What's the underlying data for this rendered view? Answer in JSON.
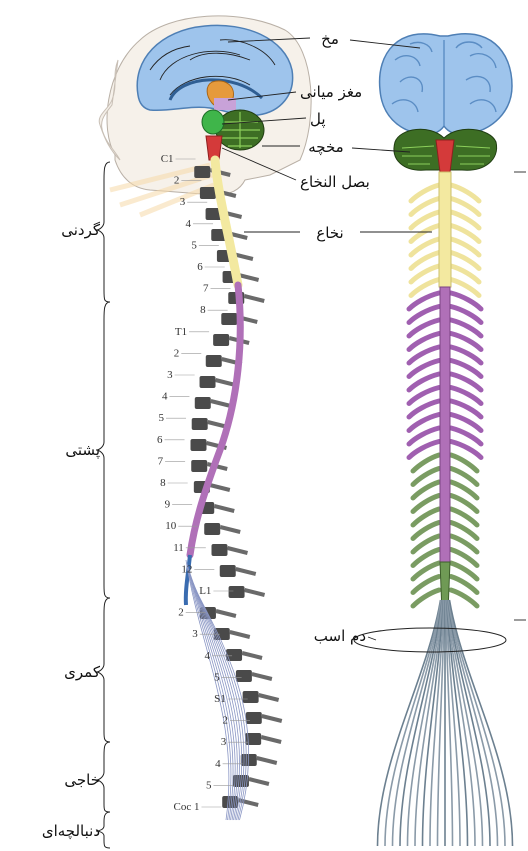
{
  "labels": {
    "brain": "مخ",
    "midbrain": "مغز میانی",
    "pons": "پل",
    "cerebellum": "مخچه",
    "medulla": "بصل النخاع",
    "spinal_cord": "نخاع",
    "cauda_equina": "دم اسب"
  },
  "regions": {
    "cervical": "گردنی",
    "thoracic": "پشتی",
    "lumbar": "کمری",
    "sacral": "خاجی",
    "coccygeal": "دنبالچه‌ای"
  },
  "vertebra_labels": [
    "C1",
    "2",
    "3",
    "4",
    "5",
    "6",
    "7",
    "8",
    "T1",
    "2",
    "3",
    "4",
    "5",
    "6",
    "7",
    "8",
    "9",
    "10",
    "11",
    "12",
    "L1",
    "2",
    "3",
    "4",
    "5",
    "S1",
    "2",
    "3",
    "4",
    "5",
    "Coc 1"
  ],
  "colors": {
    "brain": "#9ec4ec",
    "cerebellum": "#4a8c2a",
    "medulla": "#d43a3a",
    "cervical_cord": "#f3e9a0",
    "thoracic_cord": "#b070b8",
    "lumbar_cord": "#6f9a55",
    "nerve_roots": "#7d8a80",
    "vertebra": "#4a4a4a"
  }
}
